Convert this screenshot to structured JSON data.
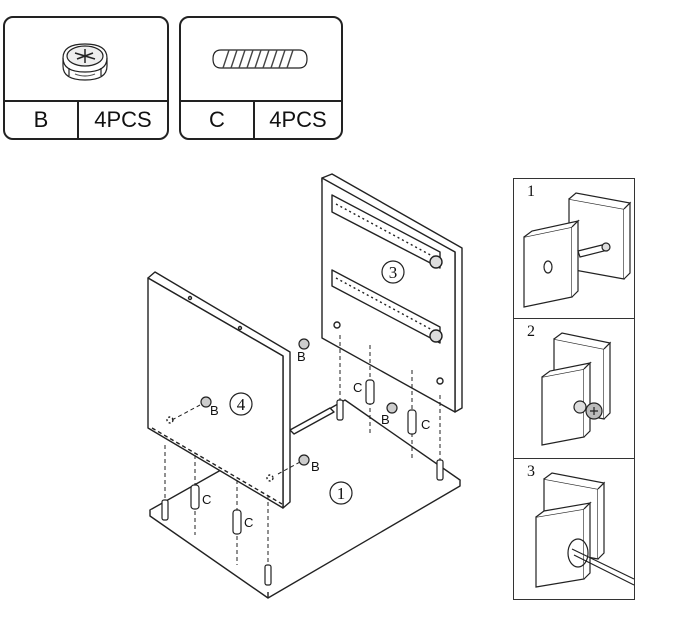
{
  "parts": [
    {
      "letter": "B",
      "qty": "4PCS",
      "icon": "cam-lock-icon"
    },
    {
      "letter": "C",
      "qty": "4PCS",
      "icon": "wooden-dowel-icon"
    }
  ],
  "panels": {
    "bottom": "1",
    "right": "3",
    "left": "4"
  },
  "callouts": {
    "b_left_top": "B",
    "b_left_mid": "B",
    "b_left_bottom": "B",
    "b_right": "B",
    "c_left_1": "C",
    "c_left_2": "C",
    "c_right_1": "C",
    "c_right_2": "C"
  },
  "steps": [
    {
      "number": "1"
    },
    {
      "number": "2"
    },
    {
      "number": "3"
    }
  ]
}
